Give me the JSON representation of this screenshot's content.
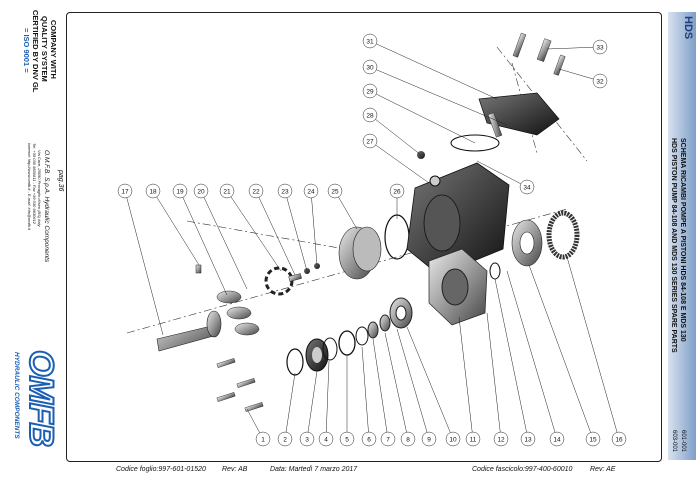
{
  "left_panel": {
    "company_line1": "COMPANY WITH",
    "company_line2": "QUALITY SYSTEM",
    "company_line3": "CERTIFIED BY DNV GL",
    "iso": "= ISO 9001 =",
    "page": "pag.36",
    "company_name": "O.M.F.B. S.p.A. Hydraulic Components",
    "address_line1": "Via Cave, 25050 Provaglio d'Iseo (BS) Italy",
    "address_line2": "Tel. +39 030 9830611 - Fax +39 030 9830612",
    "address_line3": "Internet: http://www.omfb.it - E-mail: info@omfb.it",
    "logo_text": "OMFB",
    "logo_subtitle": "HYDRAULIC COMPONENTS"
  },
  "right_panel": {
    "hds_logo": "HDS",
    "title_line1": "SCHEMA RICAMBI POMPE A PISTONI HDS 84-108 E MDS 130",
    "title_line2": "HDS PISTON PUMP 84-108 AND MDS 130 SERIES SPARE PARTS",
    "code1": "601-001",
    "code2": "603-001"
  },
  "callouts": [
    "1",
    "2",
    "3",
    "4",
    "5",
    "6",
    "7",
    "8",
    "9",
    "10",
    "11",
    "12",
    "13",
    "14",
    "15",
    "16",
    "17",
    "18",
    "19",
    "20",
    "21",
    "22",
    "23",
    "24",
    "25",
    "26",
    "27",
    "28",
    "29",
    "30",
    "31",
    "32",
    "33",
    "34"
  ],
  "footer": {
    "codice_foglio": "Codice foglio:997-601-01520",
    "rev_foglio": "Rev: AB",
    "data": "Data: Martedì 7 marzo 2017",
    "codice_fascicolo": "Codice fascicolo:997-400-60010",
    "rev_fascicolo": "Rev: AE"
  }
}
